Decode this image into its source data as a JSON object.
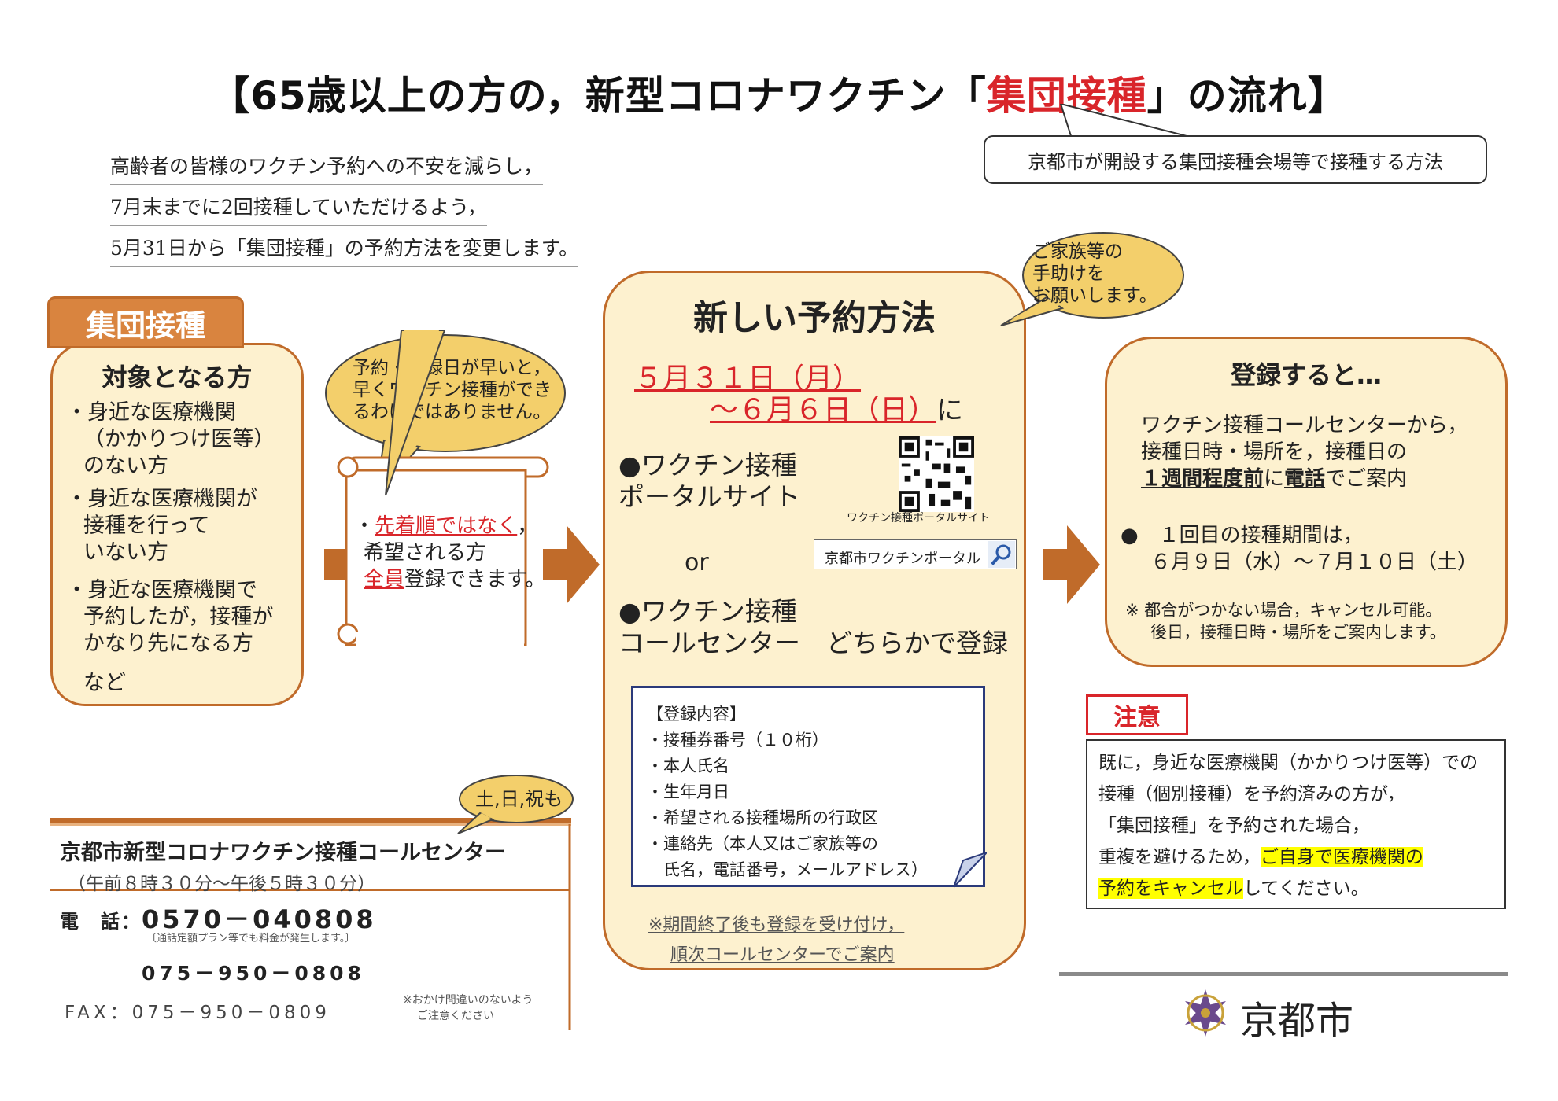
{
  "title": {
    "part1": "【65歳以上の方の，新型コロナワクチン「",
    "highlight": "集団接種",
    "part2": "」の流れ】"
  },
  "title_callout": "京都市が開設する集団接種会場等で接種する方法",
  "intro": [
    "高齢者の皆様のワクチン予約への不安を減らし，",
    "7月末までに2回接種していただけるよう，",
    "5月31日から「集団接種」の予約方法を変更します。"
  ],
  "tab_label": "集団接種",
  "target": {
    "title": "対象となる方",
    "items": [
      [
        "・身近な医療機関",
        "（かかりつけ医等）",
        "のない方"
      ],
      [
        "・身近な医療機関が",
        "接種を行って",
        "いない方"
      ],
      [
        "・身近な医療機関で",
        "予約したが，接種が",
        "かなり先になる方"
      ]
    ],
    "etc": "など"
  },
  "bubble_left": [
    "予約・登録日が早いと，",
    "早くワクチン接種ができ",
    "るわけではありません。"
  ],
  "scroll": {
    "bullet": "・",
    "first_red": "先着順ではなく",
    "first_rest": "，",
    "line2": "希望される方",
    "line3_red": "全員",
    "line3_rest": "登録できます。"
  },
  "bubble_family": [
    "ご家族等の",
    "手助けを",
    "お願いします。"
  ],
  "center": {
    "title": "新しい予約方法",
    "date1": "５月３１日（月）",
    "date2": "～６月６日（日）",
    "date_suffix": "に",
    "opt1_line1": "●ワクチン接種",
    "opt1_line2": "ポータルサイト",
    "qr_caption": "ワクチン接種ポータルサイト",
    "search_text": "京都市ワクチンポータル",
    "or": "or",
    "opt2_line1": "●ワクチン接種",
    "opt2_line2": "コールセンター　どちらかで登録",
    "reg_title": "【登録内容】",
    "reg_items": [
      "・接種券番号（１０桁）",
      "・本人氏名",
      "・生年月日",
      "・希望される接種場所の行政区",
      "・連絡先（本人又はご家族等の",
      "　氏名，電話番号，メールアドレス）"
    ],
    "note1": "※期間終了後も登録を受け付け，",
    "note2": "順次コールセンターでご案内"
  },
  "right": {
    "title": "登録すると…",
    "line1": "ワクチン接種コールセンターから，",
    "line2": "接種日時・場所を，接種日の",
    "line3_u1": "１週間程度前",
    "line3_mid": "に",
    "line3_u2": "電話",
    "line3_end": "でご案内",
    "bullet1": "●　１回目の接種期間は，",
    "bullet2": "６月９日（水）～７月１０日（土）",
    "note1": "※ 都合がつかない場合，キャンセル可能。",
    "note2": "後日，接種日時・場所をご案内します。"
  },
  "caution": {
    "tag": "注意",
    "line1": "既に，身近な医療機関（かかりつけ医等）での",
    "line2": "接種（個別接種）を予約済みの方が，",
    "line3": "「集団接種」を予約された場合，",
    "line4_pre": "重複を避けるため，",
    "line4_hl": "ご自身で医療機関の",
    "line5_hl": "予約をキャンセル",
    "line5_post": "してください。"
  },
  "bubble_days": "土,日,祝も",
  "call_center": {
    "title": "京都市新型コロナワクチン接種コールセンター",
    "hours": "（午前８時３０分～午後５時３０分）",
    "tel_label": "電　話：",
    "tel": "0570－040808",
    "tel_note": "〔通話定額プラン等でも料金が発生します。〕",
    "tel2": "075－950－0808",
    "fax": "FAX：075－950－0809",
    "fax_note1": "※おかけ間違いのないよう",
    "fax_note2": "ご注意ください"
  },
  "footer": {
    "city": "京都市"
  },
  "colors": {
    "accent_orange": "#d9843f",
    "border_orange": "#c06b2a",
    "box_fill": "#fdf1cf",
    "red": "#d9252a",
    "bubble_fill": "#f3cf6b",
    "navy": "#2b3a7a"
  }
}
